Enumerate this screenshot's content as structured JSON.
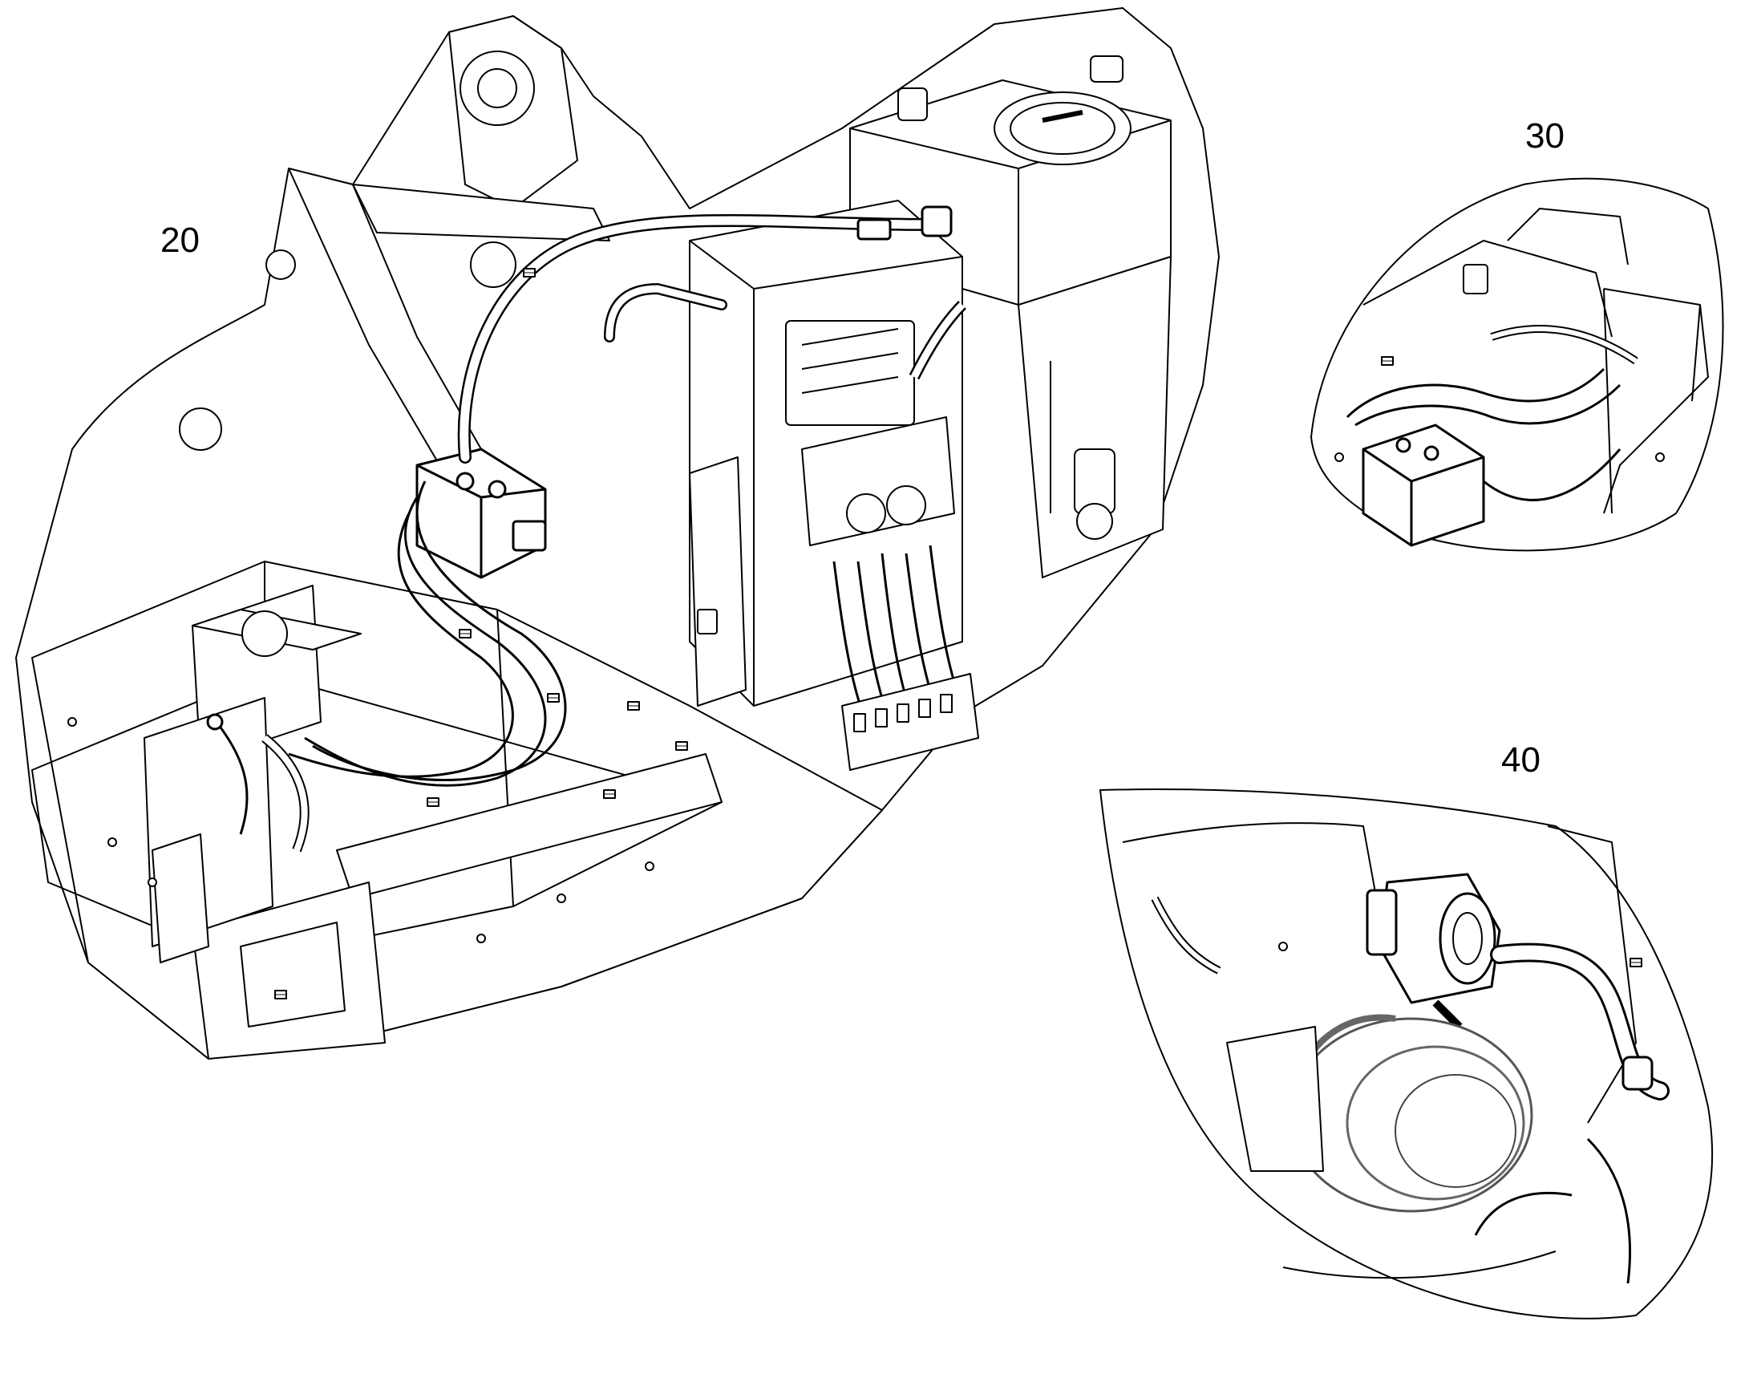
{
  "callouts": {
    "main": "20",
    "detail_a": "30",
    "detail_b": "40"
  },
  "colors": {
    "line": "#000000",
    "fill": "#ffffff",
    "shade": "#e6e6e6",
    "hose": "#222222"
  }
}
